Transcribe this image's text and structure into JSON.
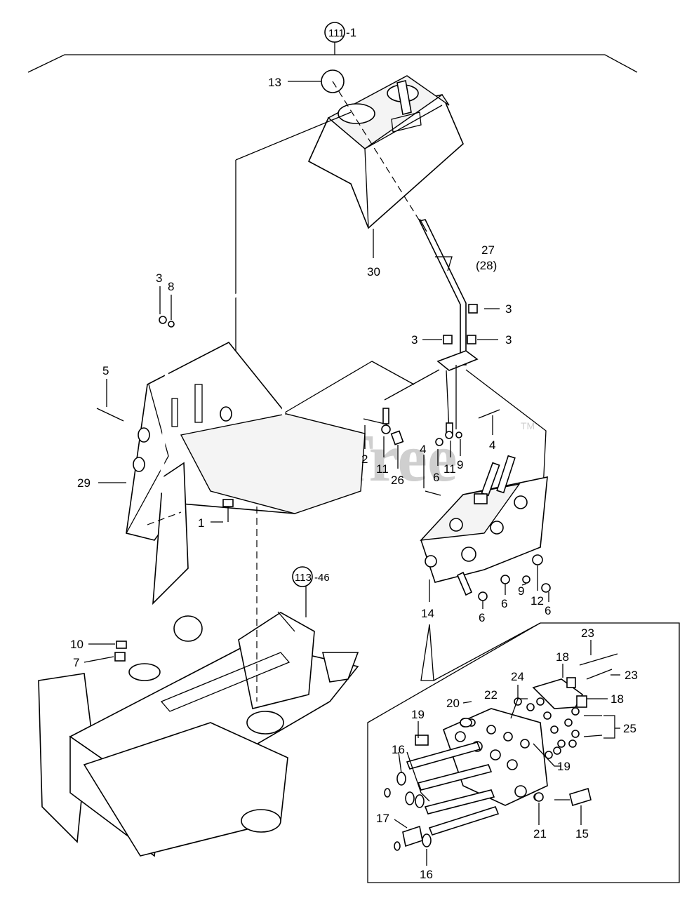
{
  "header_ref": {
    "number": "111",
    "suffix": "-1"
  },
  "sub_ref": {
    "number": "113",
    "suffix": "-46"
  },
  "watermark": {
    "text": "PartsTree",
    "mark": "TM"
  },
  "callouts": {
    "c13": "13",
    "c30": "30",
    "c27": "27",
    "c28": "(28)",
    "c3a": "3",
    "c8": "8",
    "c3b": "3",
    "c3c": "3",
    "c3d": "3",
    "c5": "5",
    "c2": "2",
    "c11a": "11",
    "c26": "26",
    "c4a": "4",
    "c6a": "6",
    "c11b": "11",
    "c9a": "9",
    "c4b": "4",
    "c29": "29",
    "c1": "1",
    "c14": "14",
    "c6b": "6",
    "c6c": "6",
    "c9b": "9",
    "c12": "12",
    "c6d": "6",
    "c10": "10",
    "c7": "7",
    "c23a": "23",
    "c23b": "23",
    "c18a": "18",
    "c18b": "18",
    "c24": "24",
    "c20": "20",
    "c22": "22",
    "c25": "25",
    "c19a": "19",
    "c19b": "19",
    "c16a": "16",
    "c16b": "16",
    "c17": "17",
    "c21": "21",
    "c15": "15"
  }
}
